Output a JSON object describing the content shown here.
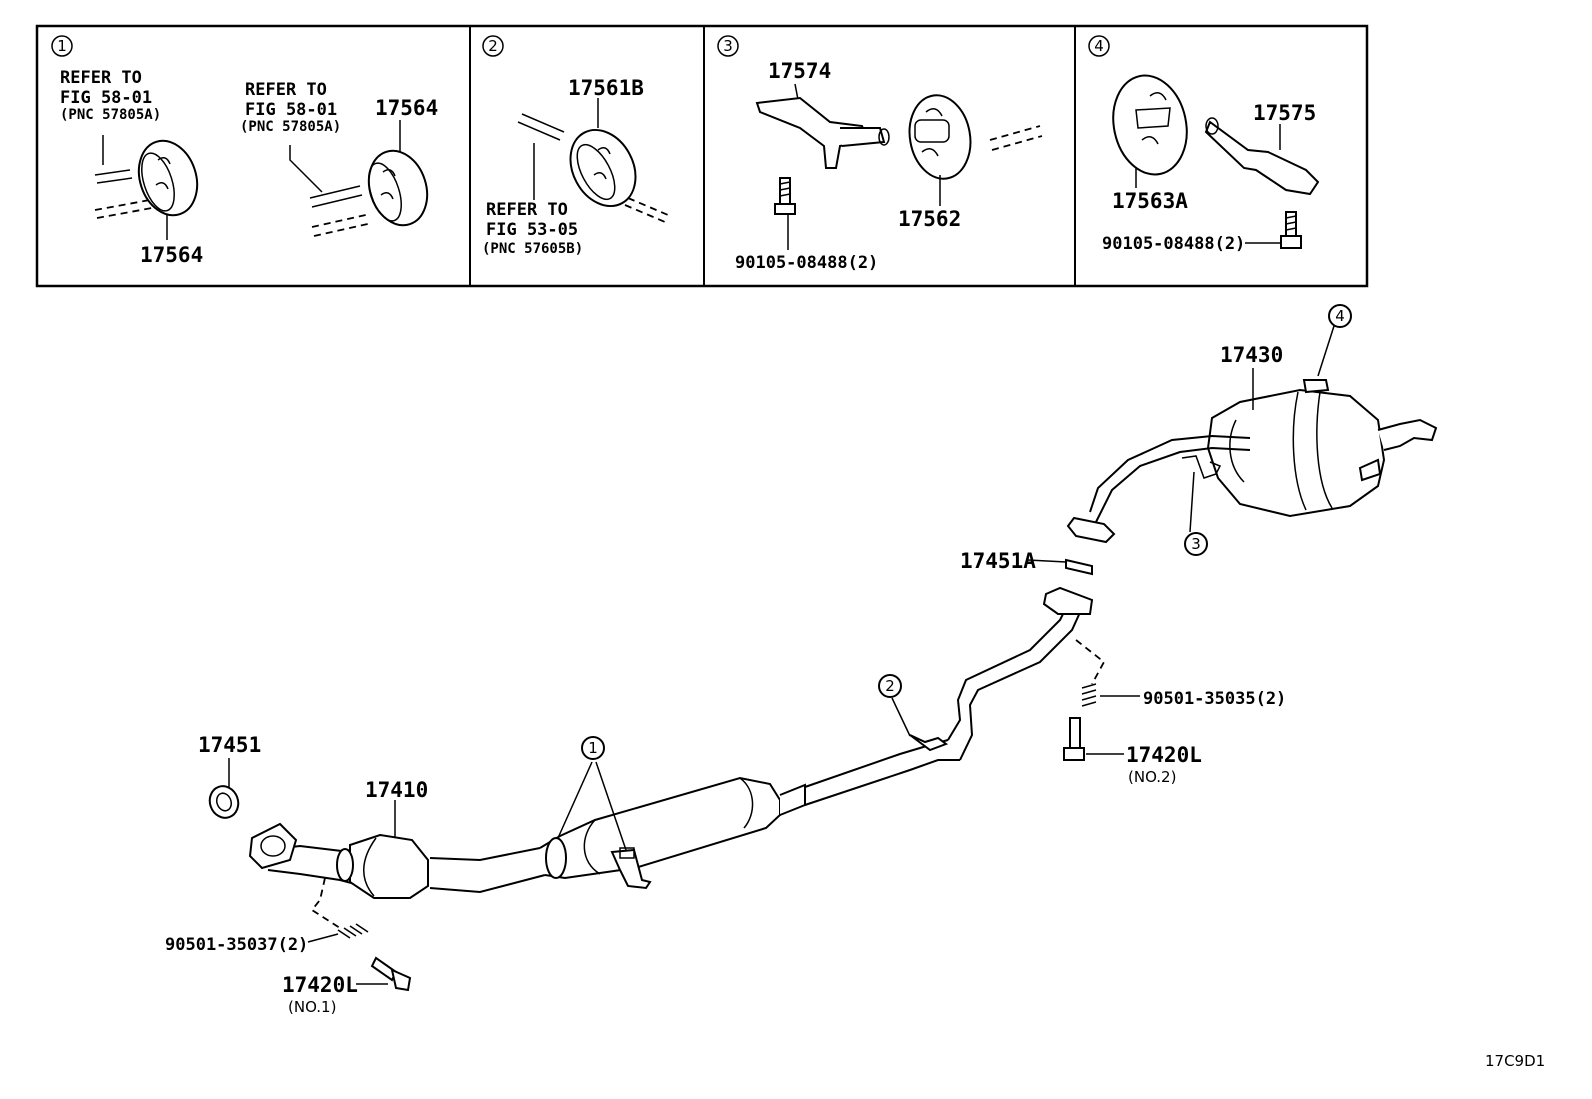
{
  "diagram_id": "17C9D1",
  "insets": [
    {
      "index": "1",
      "refer_a": {
        "line1": "REFER TO",
        "line2": "FIG 58-01",
        "pnc": "(PNC 57805A)"
      },
      "refer_b": {
        "line1": "REFER TO",
        "line2": "FIG 58-01",
        "pnc": "(PNC 57805A)"
      },
      "part_top": "17564",
      "part_bottom": "17564"
    },
    {
      "index": "2",
      "part": "17561B",
      "refer": {
        "line1": "REFER TO",
        "line2": "FIG 53-05",
        "pnc": "(PNC 57605B)"
      }
    },
    {
      "index": "3",
      "bracket": "17574",
      "hanger": "17562",
      "bolt": "90105-08488(2)"
    },
    {
      "index": "4",
      "hanger": "17563A",
      "bracket": "17575",
      "bolt": "90105-08488(2)"
    }
  ],
  "main": {
    "muffler": "17430",
    "gasket_rear": "17451A",
    "spring": "90501-35035(2)",
    "bolt_rear": "17420L",
    "bolt_rear_note": "(NO.2)",
    "gasket_front": "17451",
    "converter": "17410",
    "spring_front": "90501-35037(2)",
    "bolt_front": "17420L",
    "bolt_front_note": "(NO.1)",
    "callouts": [
      "1",
      "2",
      "3",
      "4"
    ]
  }
}
